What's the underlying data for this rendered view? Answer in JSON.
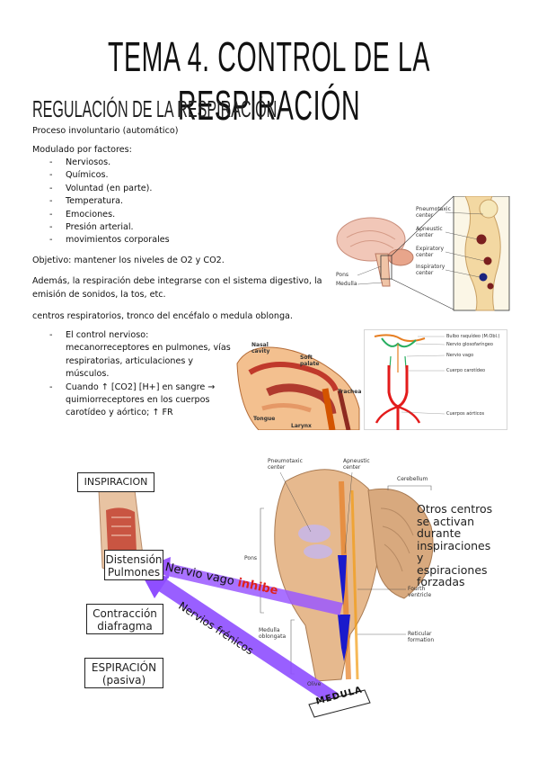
{
  "page_title": "TEMA 4. CONTROL DE LA RESPIRACIÓN",
  "section_heading": "REGULACIÓN DE LA RESPIRACIÓN",
  "intro": "Proceso involuntario (automático)",
  "factors_intro": "Modulado por factores:",
  "factors": [
    "Nerviosos.",
    "Químicos.",
    "Voluntad (en parte).",
    "Temperatura.",
    "Emociones.",
    "Presión arterial.",
    "movimientos corporales"
  ],
  "objective": "Objetivo: mantener los niveles de O2 y CO2.",
  "integration_line1": "Además, la respiración debe integrarse con el sistema digestivo, la",
  "integration_line2": "emisión de sonidos, la tos, etc.",
  "centers": "centros respiratorios, tronco del encéfalo o medula oblonga.",
  "control": {
    "item1_line1": "El control nervioso:",
    "item1_line2": "mecanorreceptores en pulmones, vías",
    "item1_line3": "respiratorias, articulaciones y",
    "item1_line4": "músculos.",
    "item2_line1": "Cuando ↑ [CO2] [H+] en sangre →",
    "item2_line2": "quimiorreceptores en los cuerpos",
    "item2_line3": "carotídeo y aórtico; ↑ FR"
  },
  "brain_figure": {
    "labels": [
      "Pneumotaxic center",
      "Apneustic center",
      "Expiratory center",
      "Inspiratory center",
      "Pons",
      "Medulla"
    ]
  },
  "airway_figure": {
    "labels": [
      "Nasal cavity",
      "Soft palate",
      "Trachea",
      "Tongue",
      "Larynx"
    ]
  },
  "nerve_figure": {
    "labels": [
      "Bulbo raquídeo (M.Obl.)",
      "Nervio glosofaríngeo",
      "Nervio vago",
      "Cuerpo carotídeo",
      "Cuerpos aórticos"
    ]
  },
  "main_figure": {
    "inspiracion": "INSPIRACION",
    "distension_line1": "Distensión",
    "distension_line2": "Pulmones",
    "contraccion_line1": "Contracción",
    "contraccion_line2": "diafragma",
    "espiracion_line1": "ESPIRACIÓN",
    "espiracion_line2": "(pasiva)",
    "vago": "Nervio vago",
    "inhibe": "inhibe",
    "frenicos": "Nervios frénicos",
    "medula": "MEDULA",
    "otros_line1": "Otros centros",
    "otros_line2": "se activan",
    "otros_line3": "durante",
    "otros_line4": "inspiraciones y",
    "otros_line5": "espiraciones",
    "otros_line6": "forzadas",
    "pneumotaxic": "Pneumotaxic center",
    "apneustic": "Apneustic center",
    "cerebellum": "Cerebellum",
    "pons": "Pons",
    "fourth_line1": "Fourth",
    "fourth_line2": "ventricle",
    "medulla_line1": "Medulla",
    "medulla_line2": "oblongata",
    "reticular_line1": "Reticular",
    "reticular_line2": "formation",
    "olive": "Olive"
  },
  "colors": {
    "arrow_purple": "#9b59ff",
    "inhibe_red": "#e0201b",
    "medulla_blue": "#1a1acc"
  }
}
